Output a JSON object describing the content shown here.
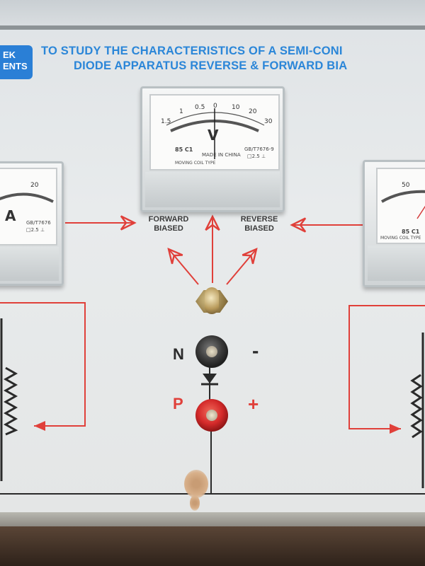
{
  "panel": {
    "badge_lines": [
      "EK",
      "ENTS"
    ],
    "title_line1": "TO STUDY THE CHARACTERISTICS OF A SEMI-CONI",
    "title_line2": "DIODE APPARATUS REVERSE & FORWARD BIA"
  },
  "center_meter": {
    "unit": "V",
    "scale_labels": [
      "1.5",
      "1",
      "0.5",
      "0",
      "10",
      "20",
      "30"
    ],
    "model_left": "85 C1",
    "made_in": "MADE IN CHINA",
    "model_right": "GB/T7676-9",
    "class_text": "□2.5 ⊥",
    "type_text": "MOVING COIL TYPE"
  },
  "left_meter": {
    "unit": "A",
    "scale_label": "20",
    "model": "GB/T7676",
    "class_text": "□2.5 ⊥"
  },
  "right_meter": {
    "scale_label": "50",
    "model": "85 C1",
    "type_text": "MOVING COIL TYPE"
  },
  "labels": {
    "forward": [
      "FORWARD",
      "BIASED"
    ],
    "reverse": [
      "REVERSE",
      "BIASED"
    ],
    "n_terminal": "N",
    "p_terminal": "P",
    "minus_sign": "-",
    "plus_sign": "+"
  },
  "colors": {
    "title_blue": "#2b86d8",
    "arrow_red": "#e0403a",
    "panel": "#e4e7e8",
    "terminal_red": "#d42a2a",
    "terminal_black": "#3a3a3a"
  }
}
